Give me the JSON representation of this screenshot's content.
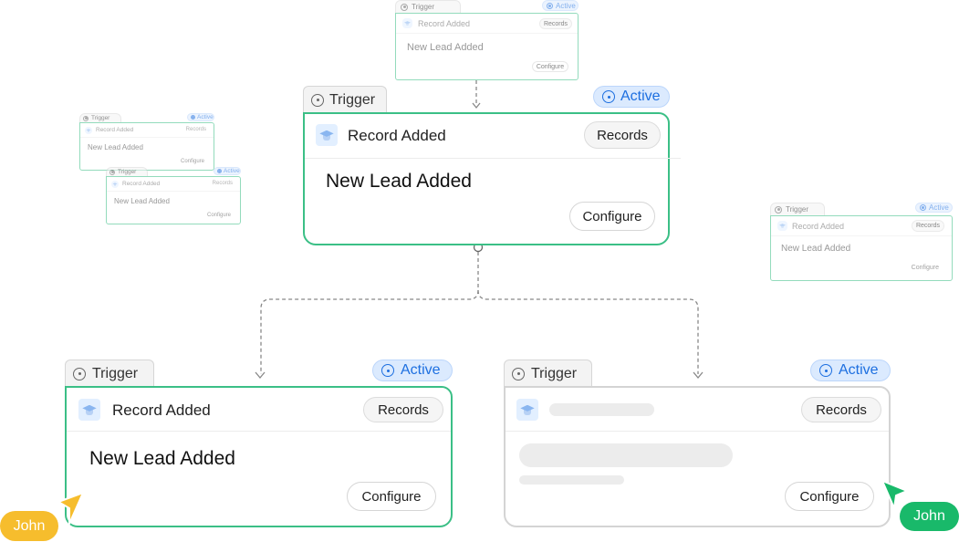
{
  "node": {
    "tab_label": "Trigger",
    "status": "Active",
    "title": "Record Added",
    "category": "Records",
    "subtitle": "New Lead Added",
    "configure": "Configure"
  },
  "cursors": [
    {
      "name": "John",
      "color": "#f6bd2d"
    },
    {
      "name": "John",
      "color": "#19b96a"
    }
  ],
  "colors": {
    "active_border": "#3bbf86",
    "badge_bg": "#dbeafe",
    "badge_text": "#1d6fe0",
    "connector": "#888888"
  }
}
